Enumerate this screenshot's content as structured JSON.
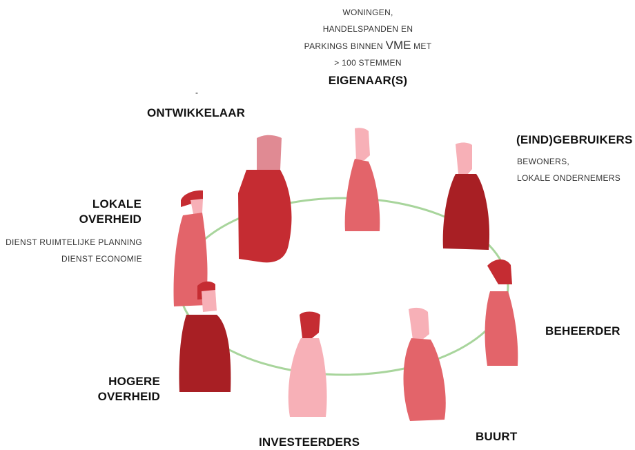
{
  "colors": {
    "ring": "#a8d59c",
    "dark_red": "#a81f24",
    "red": "#c52c32",
    "coral": "#e3646a",
    "pink": "#f7b0b7",
    "rose": "#e08a93"
  },
  "eigenaars": {
    "label": "EIGENAAR(S)",
    "desc_line1": "WONINGEN,",
    "desc_line2": "HANDELSPANDEN EN",
    "desc_line3a": "PARKINGS BINNEN",
    "desc_line3b": "VME",
    "desc_line3c": "MET",
    "desc_line4": "> 100 STEMMEN"
  },
  "ontwikkelaar": {
    "label": "ONTWIKKELAAR",
    "dash": "-"
  },
  "gebruikers": {
    "label": "(EIND)GEBRUIKERS",
    "desc_line1": "BEWONERS,",
    "desc_line2": "LOKALE ONDERNEMERS"
  },
  "lokale_overheid": {
    "label_line1": "LOKALE",
    "label_line2": "OVERHEID",
    "desc_line1": "DIENST RUIMTELIJKE PLANNING",
    "desc_line2": "DIENST ECONOMIE"
  },
  "beheerder": {
    "label": "BEHEERDER"
  },
  "hogere_overheid": {
    "label_line1": "HOGERE",
    "label_line2": "OVERHEID"
  },
  "investeerders": {
    "label": "INVESTEERDERS"
  },
  "buurt": {
    "label": "BUURT"
  }
}
